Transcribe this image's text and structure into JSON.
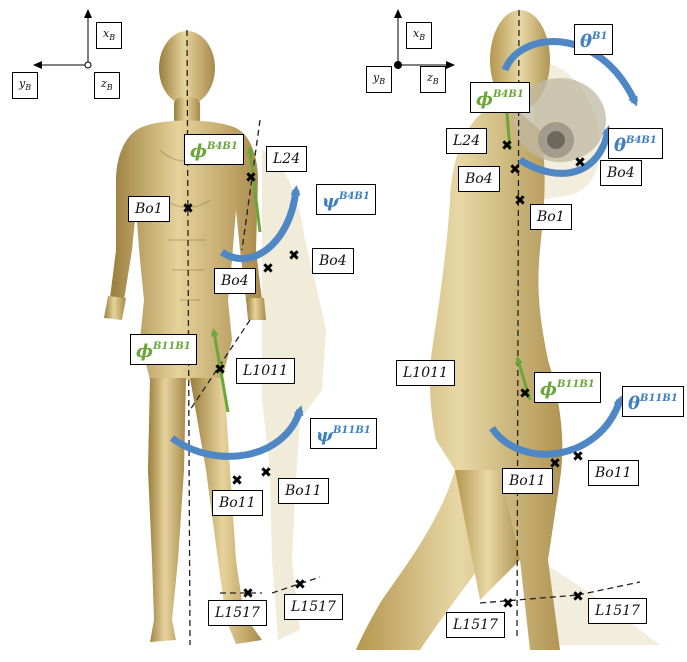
{
  "colors": {
    "body": "#c9b071",
    "green_arrow": "#6aa63a",
    "blue_arrow": "#4f87c5",
    "marker": "#000000"
  },
  "axes_left": {
    "x": "x",
    "x_sub": "B",
    "y": "y",
    "y_sub": "B",
    "z": "z",
    "z_sub": "B"
  },
  "axes_right": {
    "x": "x",
    "x_sub": "B",
    "y": "y",
    "y_sub": "B",
    "z": "z",
    "z_sub": "B"
  },
  "left_view": {
    "labels": {
      "bo1": "Bo1",
      "l24": "L24",
      "bo4_near": "Bo4",
      "bo4_far": "Bo4",
      "l1011": "L1011",
      "bo11_near": "Bo11",
      "bo11_far": "Bo11",
      "l1517_near": "L1517",
      "l1517_far": "L1517"
    },
    "angles": {
      "phi_b4b1": {
        "base": "ϕ",
        "sup": "B4B1"
      },
      "psi_b4b1": {
        "base": "ψ",
        "sup": "B4B1"
      },
      "phi_b11b1": {
        "base": "ϕ",
        "sup": "B11B1"
      },
      "psi_b11b1": {
        "base": "ψ",
        "sup": "B11B1"
      }
    }
  },
  "right_view": {
    "labels": {
      "l24": "L24",
      "bo4_near": "Bo4",
      "bo4_far": "Bo4",
      "bo1": "Bo1",
      "l1011": "L1011",
      "bo11_near": "Bo11",
      "bo11_far": "Bo11",
      "l1517_near": "L1517",
      "l1517_far": "L1517"
    },
    "angles": {
      "theta_b1": {
        "base": "θ",
        "sup": "B1"
      },
      "phi_b4b1": {
        "base": "ϕ",
        "sup": "B4B1"
      },
      "theta_b4b1": {
        "base": "θ",
        "sup": "B4B1"
      },
      "phi_b11b1": {
        "base": "ϕ",
        "sup": "B11B1"
      },
      "theta_b11b1": {
        "base": "θ",
        "sup": "B11B1"
      }
    }
  }
}
